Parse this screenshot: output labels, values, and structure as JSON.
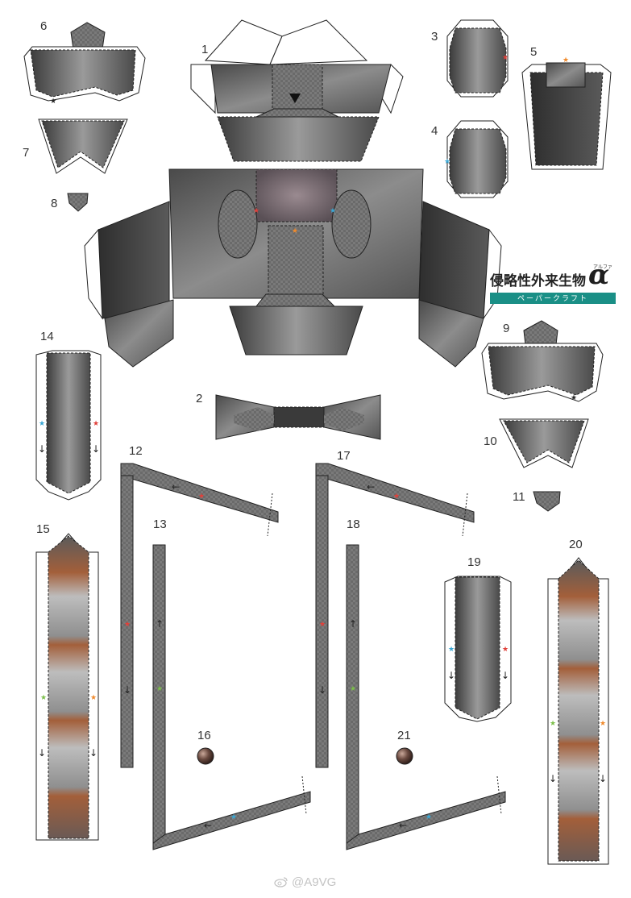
{
  "sheet": {
    "part_numbers": [
      "1",
      "2",
      "3",
      "4",
      "5",
      "6",
      "7",
      "8",
      "9",
      "10",
      "11",
      "12",
      "13",
      "14",
      "15",
      "16",
      "17",
      "18",
      "19",
      "20",
      "21"
    ]
  },
  "brand": {
    "title": "侵略性外来生物",
    "alpha": "α",
    "ruby": "アルファ",
    "subtitle": "ペーパークラフト",
    "accent_color": "#1a8f86"
  },
  "watermark": {
    "text": "@A9VG",
    "icon": "weibo-icon"
  },
  "colors": {
    "star_red": "#e0403a",
    "star_blue": "#3aa7d4",
    "star_orange": "#f08a2c",
    "star_green": "#7cbf4a",
    "outline": "#222222"
  }
}
